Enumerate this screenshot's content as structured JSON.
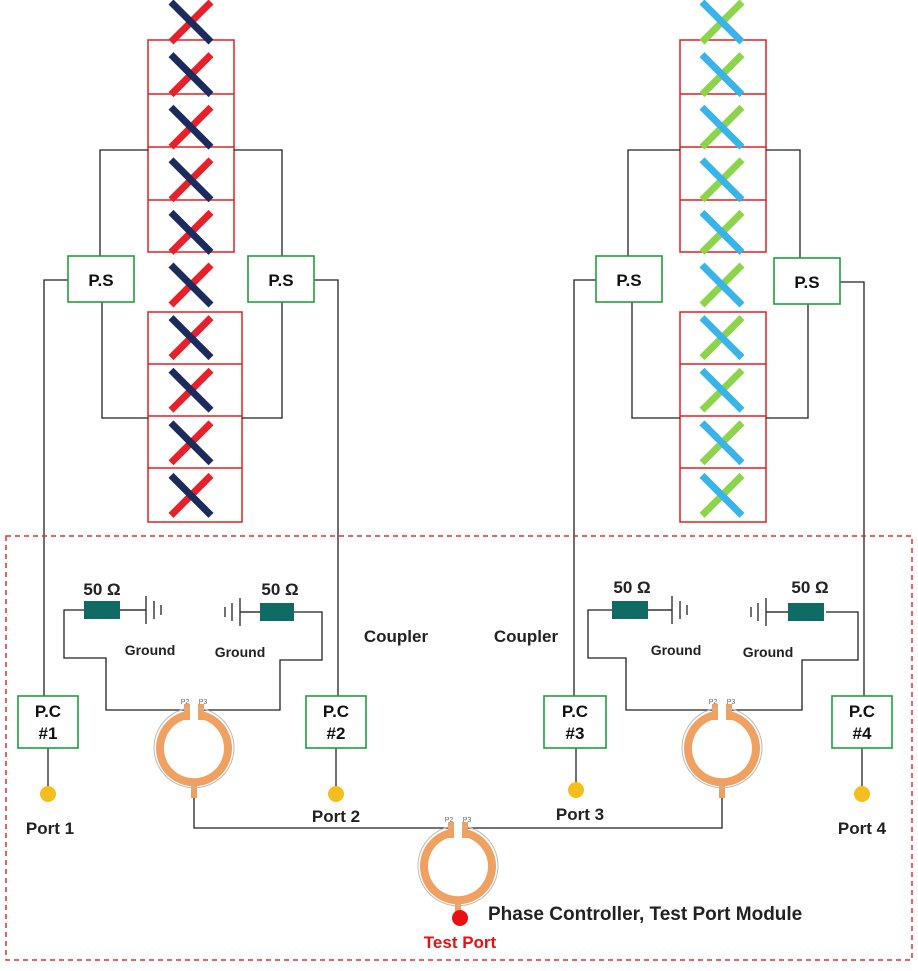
{
  "phase_shifter_label": "P.S",
  "phase_controllers": [
    {
      "line1": "P.C",
      "line2": "#1"
    },
    {
      "line1": "P.C",
      "line2": "#2"
    },
    {
      "line1": "P.C",
      "line2": "#3"
    },
    {
      "line1": "P.C",
      "line2": "#4"
    }
  ],
  "ports": [
    "Port 1",
    "Port 2",
    "Port 3",
    "Port 4"
  ],
  "resistor_label": "50 Ω",
  "ground_label": "Ground",
  "coupler_label": "Coupler",
  "coupler_port_labels": {
    "p2": "P2",
    "p3": "P3"
  },
  "test_port_label": "Test Port",
  "module_title": "Phase Controller, Test Port Module",
  "colors": {
    "array1_dipole_a": "#e8202a",
    "array1_dipole_b": "#1c2b5e",
    "array2_dipole_a": "#8cd44a",
    "array2_dipole_b": "#38b4e8",
    "frame_red": "#e02020",
    "box_green": "#1fa03c",
    "resistor": "#0f6b63",
    "coupler_orange": "#f0a060",
    "port_dot": "#f5bd1e",
    "test_port": "#e81010",
    "module_border": "#e03030"
  }
}
